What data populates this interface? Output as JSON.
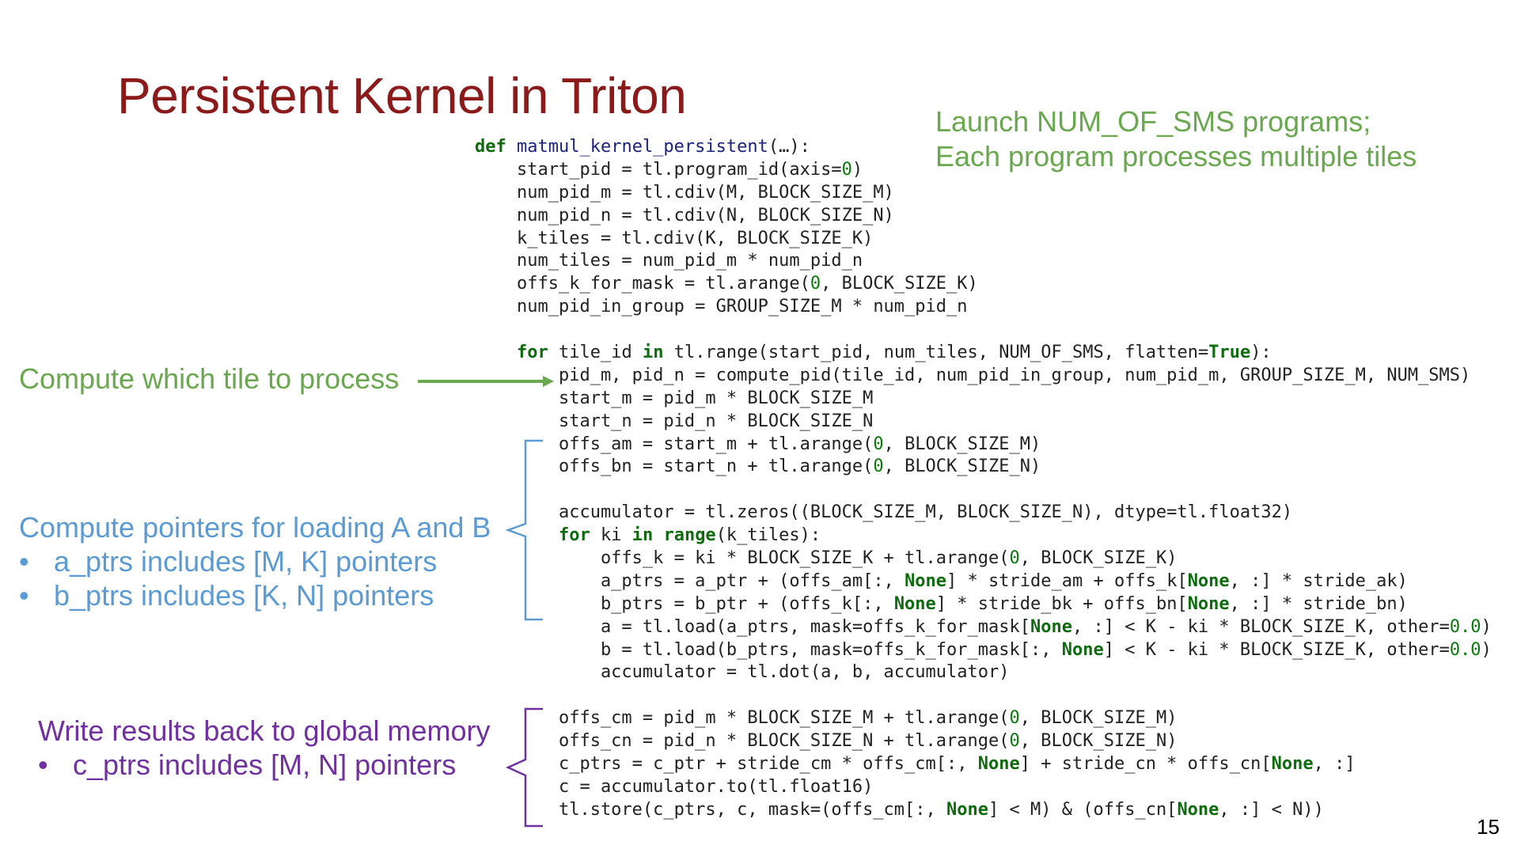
{
  "slide": {
    "title": "Persistent Kernel in Triton",
    "page_number": "15"
  },
  "notes": {
    "launch_line1": "Launch NUM_OF_SMS programs;",
    "launch_line2": "Each program processes multiple tiles",
    "compute_tile": "Compute which tile to process",
    "pointers_heading": "Compute pointers for loading A and B",
    "pointers_bullet1": "a_ptrs includes [M, K] pointers",
    "pointers_bullet2": "b_ptrs includes [K, N] pointers",
    "write_heading": "Write results back to global memory",
    "write_bullet1": "c_ptrs includes [M, N] pointers",
    "bullet_char": "•"
  },
  "colors": {
    "title": "#8b1a1a",
    "green": "#6aa84f",
    "blue": "#5b9bd5",
    "purple": "#7030a0",
    "keyword": "#0e6b0e"
  },
  "code": [
    [
      {
        "t": "def",
        "c": "kw"
      },
      {
        "t": " "
      },
      {
        "t": "matmul_kernel_persistent",
        "c": "fn"
      },
      {
        "t": "(…):"
      }
    ],
    [
      {
        "t": "    start_pid = tl.program_id(axis="
      },
      {
        "t": "0",
        "c": "num"
      },
      {
        "t": ")"
      }
    ],
    [
      {
        "t": "    num_pid_m = tl.cdiv(M, BLOCK_SIZE_M)"
      }
    ],
    [
      {
        "t": "    num_pid_n = tl.cdiv(N, BLOCK_SIZE_N)"
      }
    ],
    [
      {
        "t": "    k_tiles = tl.cdiv(K, BLOCK_SIZE_K)"
      }
    ],
    [
      {
        "t": "    num_tiles = num_pid_m * num_pid_n"
      }
    ],
    [
      {
        "t": "    offs_k_for_mask = tl.arange("
      },
      {
        "t": "0",
        "c": "num"
      },
      {
        "t": ", BLOCK_SIZE_K)"
      }
    ],
    [
      {
        "t": "    num_pid_in_group = GROUP_SIZE_M * num_pid_n"
      }
    ],
    [
      {
        "t": ""
      }
    ],
    [
      {
        "t": "    "
      },
      {
        "t": "for",
        "c": "kw"
      },
      {
        "t": " tile_id "
      },
      {
        "t": "in",
        "c": "kw"
      },
      {
        "t": " tl.range(start_pid, num_tiles, NUM_OF_SMS, flatten="
      },
      {
        "t": "True",
        "c": "lit"
      },
      {
        "t": "):"
      }
    ],
    [
      {
        "t": "        pid_m, pid_n = compute_pid(tile_id, num_pid_in_group, num_pid_m, GROUP_SIZE_M, NUM_SMS)"
      }
    ],
    [
      {
        "t": "        start_m = pid_m * BLOCK_SIZE_M"
      }
    ],
    [
      {
        "t": "        start_n = pid_n * BLOCK_SIZE_N"
      }
    ],
    [
      {
        "t": "        offs_am = start_m + tl.arange("
      },
      {
        "t": "0",
        "c": "num"
      },
      {
        "t": ", BLOCK_SIZE_M)"
      }
    ],
    [
      {
        "t": "        offs_bn = start_n + tl.arange("
      },
      {
        "t": "0",
        "c": "num"
      },
      {
        "t": ", BLOCK_SIZE_N)"
      }
    ],
    [
      {
        "t": ""
      }
    ],
    [
      {
        "t": "        accumulator = tl.zeros((BLOCK_SIZE_M, BLOCK_SIZE_N), dtype=tl.float32)"
      }
    ],
    [
      {
        "t": "        "
      },
      {
        "t": "for",
        "c": "kw"
      },
      {
        "t": " ki "
      },
      {
        "t": "in",
        "c": "kw"
      },
      {
        "t": " "
      },
      {
        "t": "range",
        "c": "kw"
      },
      {
        "t": "(k_tiles):"
      }
    ],
    [
      {
        "t": "            offs_k = ki * BLOCK_SIZE_K + tl.arange("
      },
      {
        "t": "0",
        "c": "num"
      },
      {
        "t": ", BLOCK_SIZE_K)"
      }
    ],
    [
      {
        "t": "            a_ptrs = a_ptr + (offs_am[:, "
      },
      {
        "t": "None",
        "c": "lit"
      },
      {
        "t": "] * stride_am + offs_k["
      },
      {
        "t": "None",
        "c": "lit"
      },
      {
        "t": ", :] * stride_ak)"
      }
    ],
    [
      {
        "t": "            b_ptrs = b_ptr + (offs_k[:, "
      },
      {
        "t": "None",
        "c": "lit"
      },
      {
        "t": "] * stride_bk + offs_bn["
      },
      {
        "t": "None",
        "c": "lit"
      },
      {
        "t": ", :] * stride_bn)"
      }
    ],
    [
      {
        "t": "            a = tl.load(a_ptrs, mask=offs_k_for_mask["
      },
      {
        "t": "None",
        "c": "lit"
      },
      {
        "t": ", :] < K - ki * BLOCK_SIZE_K, other="
      },
      {
        "t": "0.0",
        "c": "num"
      },
      {
        "t": ")"
      }
    ],
    [
      {
        "t": "            b = tl.load(b_ptrs, mask=offs_k_for_mask[:, "
      },
      {
        "t": "None",
        "c": "lit"
      },
      {
        "t": "] < K - ki * BLOCK_SIZE_K, other="
      },
      {
        "t": "0.0",
        "c": "num"
      },
      {
        "t": ")"
      }
    ],
    [
      {
        "t": "            accumulator = tl.dot(a, b, accumulator)"
      }
    ],
    [
      {
        "t": ""
      }
    ],
    [
      {
        "t": "        offs_cm = pid_m * BLOCK_SIZE_M + tl.arange("
      },
      {
        "t": "0",
        "c": "num"
      },
      {
        "t": ", BLOCK_SIZE_M)"
      }
    ],
    [
      {
        "t": "        offs_cn = pid_n * BLOCK_SIZE_N + tl.arange("
      },
      {
        "t": "0",
        "c": "num"
      },
      {
        "t": ", BLOCK_SIZE_N)"
      }
    ],
    [
      {
        "t": "        c_ptrs = c_ptr + stride_cm * offs_cm[:, "
      },
      {
        "t": "None",
        "c": "lit"
      },
      {
        "t": "] + stride_cn * offs_cn["
      },
      {
        "t": "None",
        "c": "lit"
      },
      {
        "t": ", :]"
      }
    ],
    [
      {
        "t": "        c = accumulator.to(tl.float16)"
      }
    ],
    [
      {
        "t": "        tl.store(c_ptrs, c, mask=(offs_cm[:, "
      },
      {
        "t": "None",
        "c": "lit"
      },
      {
        "t": "] < M) & (offs_cn["
      },
      {
        "t": "None",
        "c": "lit"
      },
      {
        "t": ", :] < N))"
      }
    ]
  ]
}
